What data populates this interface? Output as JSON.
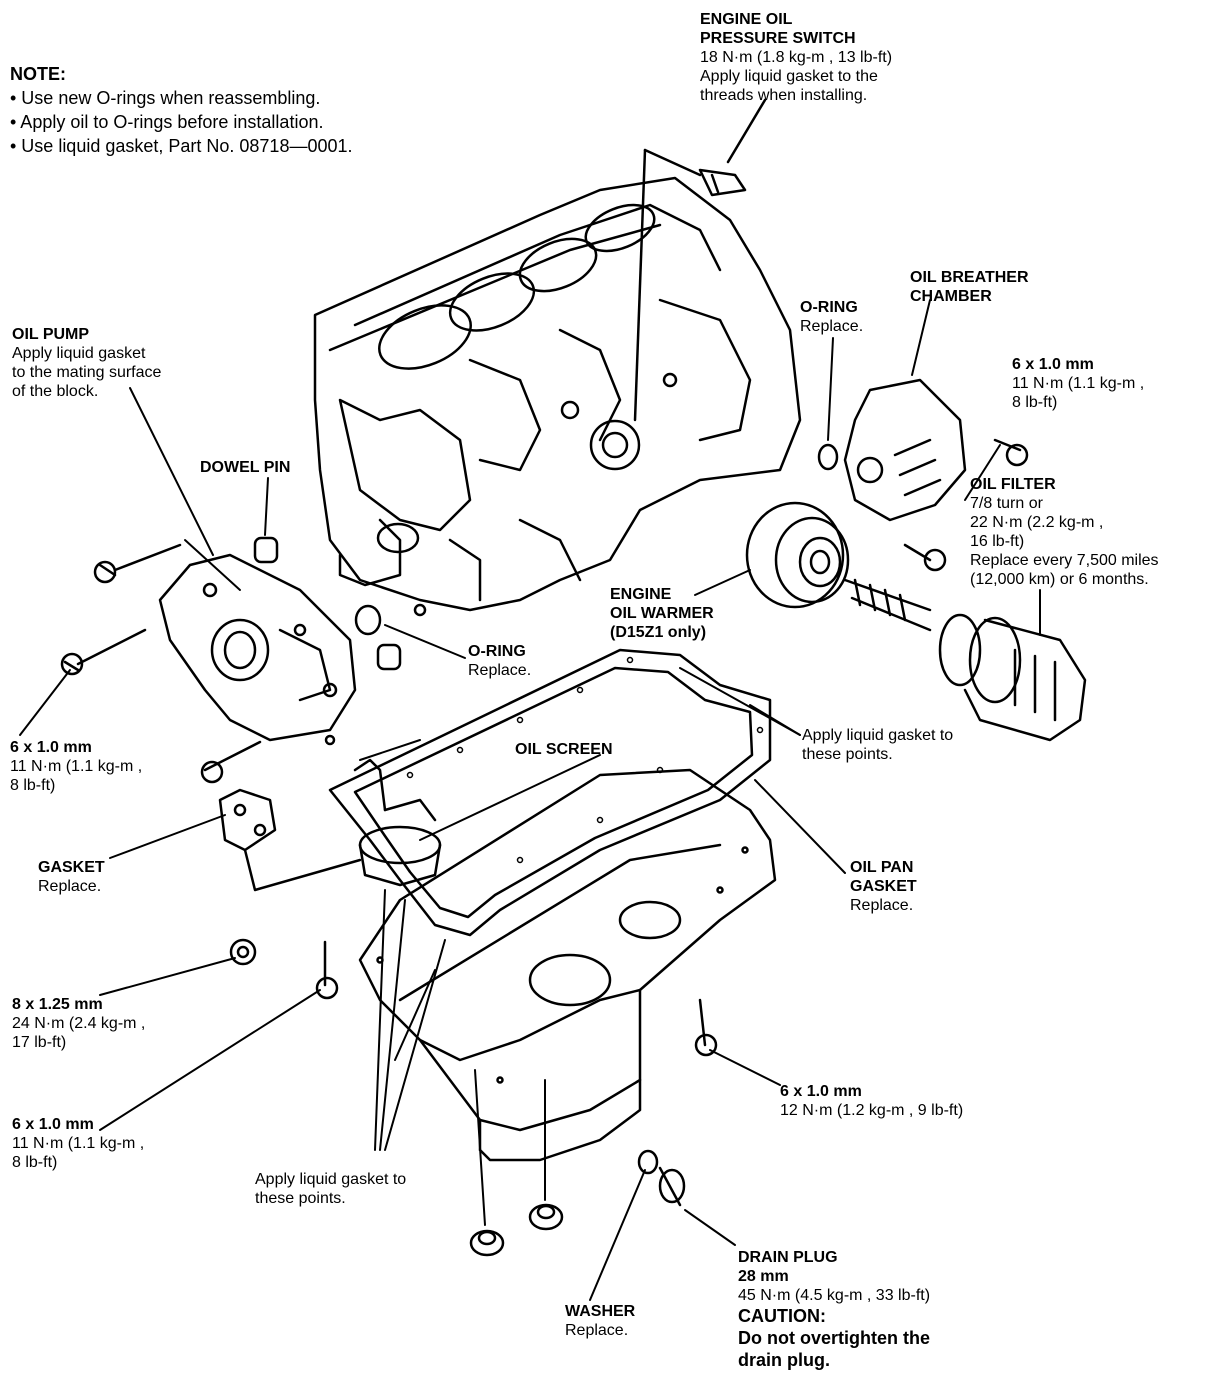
{
  "note": {
    "title": "NOTE:",
    "items": [
      "• Use new O-rings when reassembling.",
      "• Apply oil to O-rings before installation.",
      "• Use liquid gasket, Part No. 08718—0001."
    ]
  },
  "labels": {
    "pressure_switch": {
      "title1": "ENGINE OIL",
      "title2": "PRESSURE SWITCH",
      "spec": "18 N·m (1.8 kg-m , 13 lb-ft)",
      "line3": "Apply liquid gasket to the",
      "line4": "threads when installing."
    },
    "oil_pump": {
      "title": "OIL PUMP",
      "line1": "Apply liquid gasket",
      "line2": "to the mating surface",
      "line3": "of the block."
    },
    "dowel_pin": {
      "title": "DOWEL PIN"
    },
    "oring_top": {
      "title": "O-RING",
      "sub": "Replace."
    },
    "breather": {
      "title1": "OIL BREATHER",
      "title2": "CHAMBER"
    },
    "bolt_breather": {
      "size": "6 x 1.0 mm",
      "spec1": "11  N·m (1.1  kg-m ,",
      "spec2": "8  lb-ft)"
    },
    "oil_filter": {
      "title": "OIL FILTER",
      "line1": "7/8 turn or",
      "line2": "22  N·m (2.2  kg-m ,",
      "line3": "16  lb-ft)",
      "line4": "Replace every 7,500 miles",
      "line5": "(12,000 km) or 6 months."
    },
    "warmer": {
      "title1": "ENGINE",
      "title2": "OIL WARMER",
      "sub": "(D15Z1 only)"
    },
    "oring_mid": {
      "title": "O-RING",
      "sub": "Replace."
    },
    "apply_right": {
      "line1": "Apply liquid gasket to",
      "line2": "these points."
    },
    "bolt_pump": {
      "size": "6 x 1.0 mm",
      "spec1": "11  N·m (1.1  kg-m ,",
      "spec2": "8  lb-ft)"
    },
    "oil_screen": {
      "title": "OIL SCREEN"
    },
    "gasket": {
      "title": "GASKET",
      "sub": "Replace."
    },
    "pan_gasket": {
      "title1": "OIL PAN",
      "title2": "GASKET",
      "sub": "Replace."
    },
    "nut": {
      "size": "8 x 1.25 mm",
      "spec1": "24  N·m (2.4  kg-m ,",
      "spec2": "17  lb-ft)"
    },
    "bolt_pan_left": {
      "size": "6 x 1.0 mm",
      "spec1": "11  N·m (1.1  kg-m ,",
      "spec2": "8  lb-ft)"
    },
    "bolt_pan_right": {
      "size": "6 x 1.0 mm",
      "spec1": "12 N·m (1.2  kg-m , 9  lb-ft)"
    },
    "apply_bottom": {
      "line1": "Apply liquid gasket to",
      "line2": "these points."
    },
    "drain_plug": {
      "title": "DRAIN PLUG",
      "size": "28 mm",
      "spec": "45 N·m (4.5 kg-m , 33  lb-ft)",
      "caution": "CAUTION:",
      "warn1": "Do  not  overtighten  the",
      "warn2": "drain plug."
    },
    "washer": {
      "title": "WASHER",
      "sub": "Replace."
    }
  }
}
